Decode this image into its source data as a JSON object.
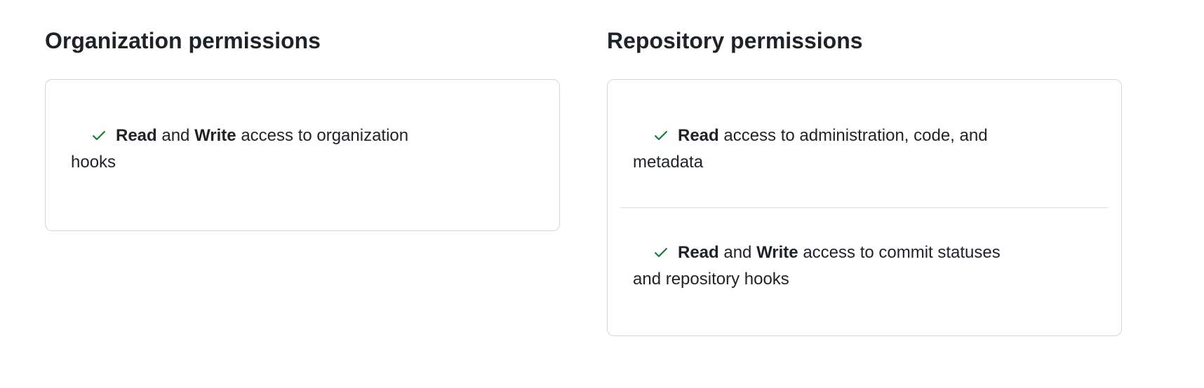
{
  "colors": {
    "background": "#ffffff",
    "text": "#1f2328",
    "card_border": "#d0d7de",
    "divider": "#d8dee4",
    "check": "#1a7f37"
  },
  "sections": [
    {
      "title": "Organization permissions",
      "items": [
        {
          "icon": "check-icon",
          "segments": [
            {
              "text": "Read",
              "bold": true
            },
            {
              "text": " and ",
              "bold": false
            },
            {
              "text": "Write",
              "bold": true
            },
            {
              "text": " access to organization\nhooks",
              "bold": false
            }
          ]
        }
      ]
    },
    {
      "title": "Repository permissions",
      "items": [
        {
          "icon": "check-icon",
          "segments": [
            {
              "text": "Read",
              "bold": true
            },
            {
              "text": " access to administration, code, and\nmetadata",
              "bold": false
            }
          ]
        },
        {
          "icon": "check-icon",
          "segments": [
            {
              "text": "Read",
              "bold": true
            },
            {
              "text": " and ",
              "bold": false
            },
            {
              "text": "Write",
              "bold": true
            },
            {
              "text": " access to commit statuses\nand repository hooks",
              "bold": false
            }
          ]
        }
      ]
    }
  ]
}
